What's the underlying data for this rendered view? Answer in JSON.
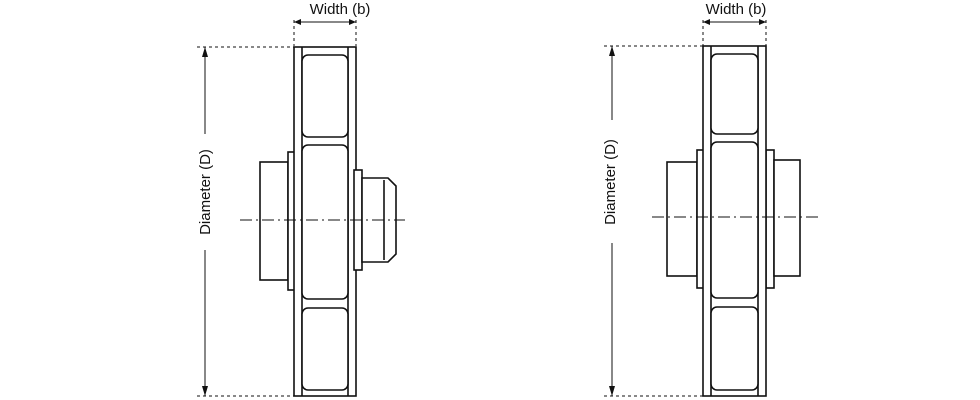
{
  "figures": [
    {
      "width_label": "Width (b)",
      "diameter_label": "Diameter (D)"
    },
    {
      "width_label": "Width (b)",
      "diameter_label": "Diameter (D)"
    }
  ]
}
